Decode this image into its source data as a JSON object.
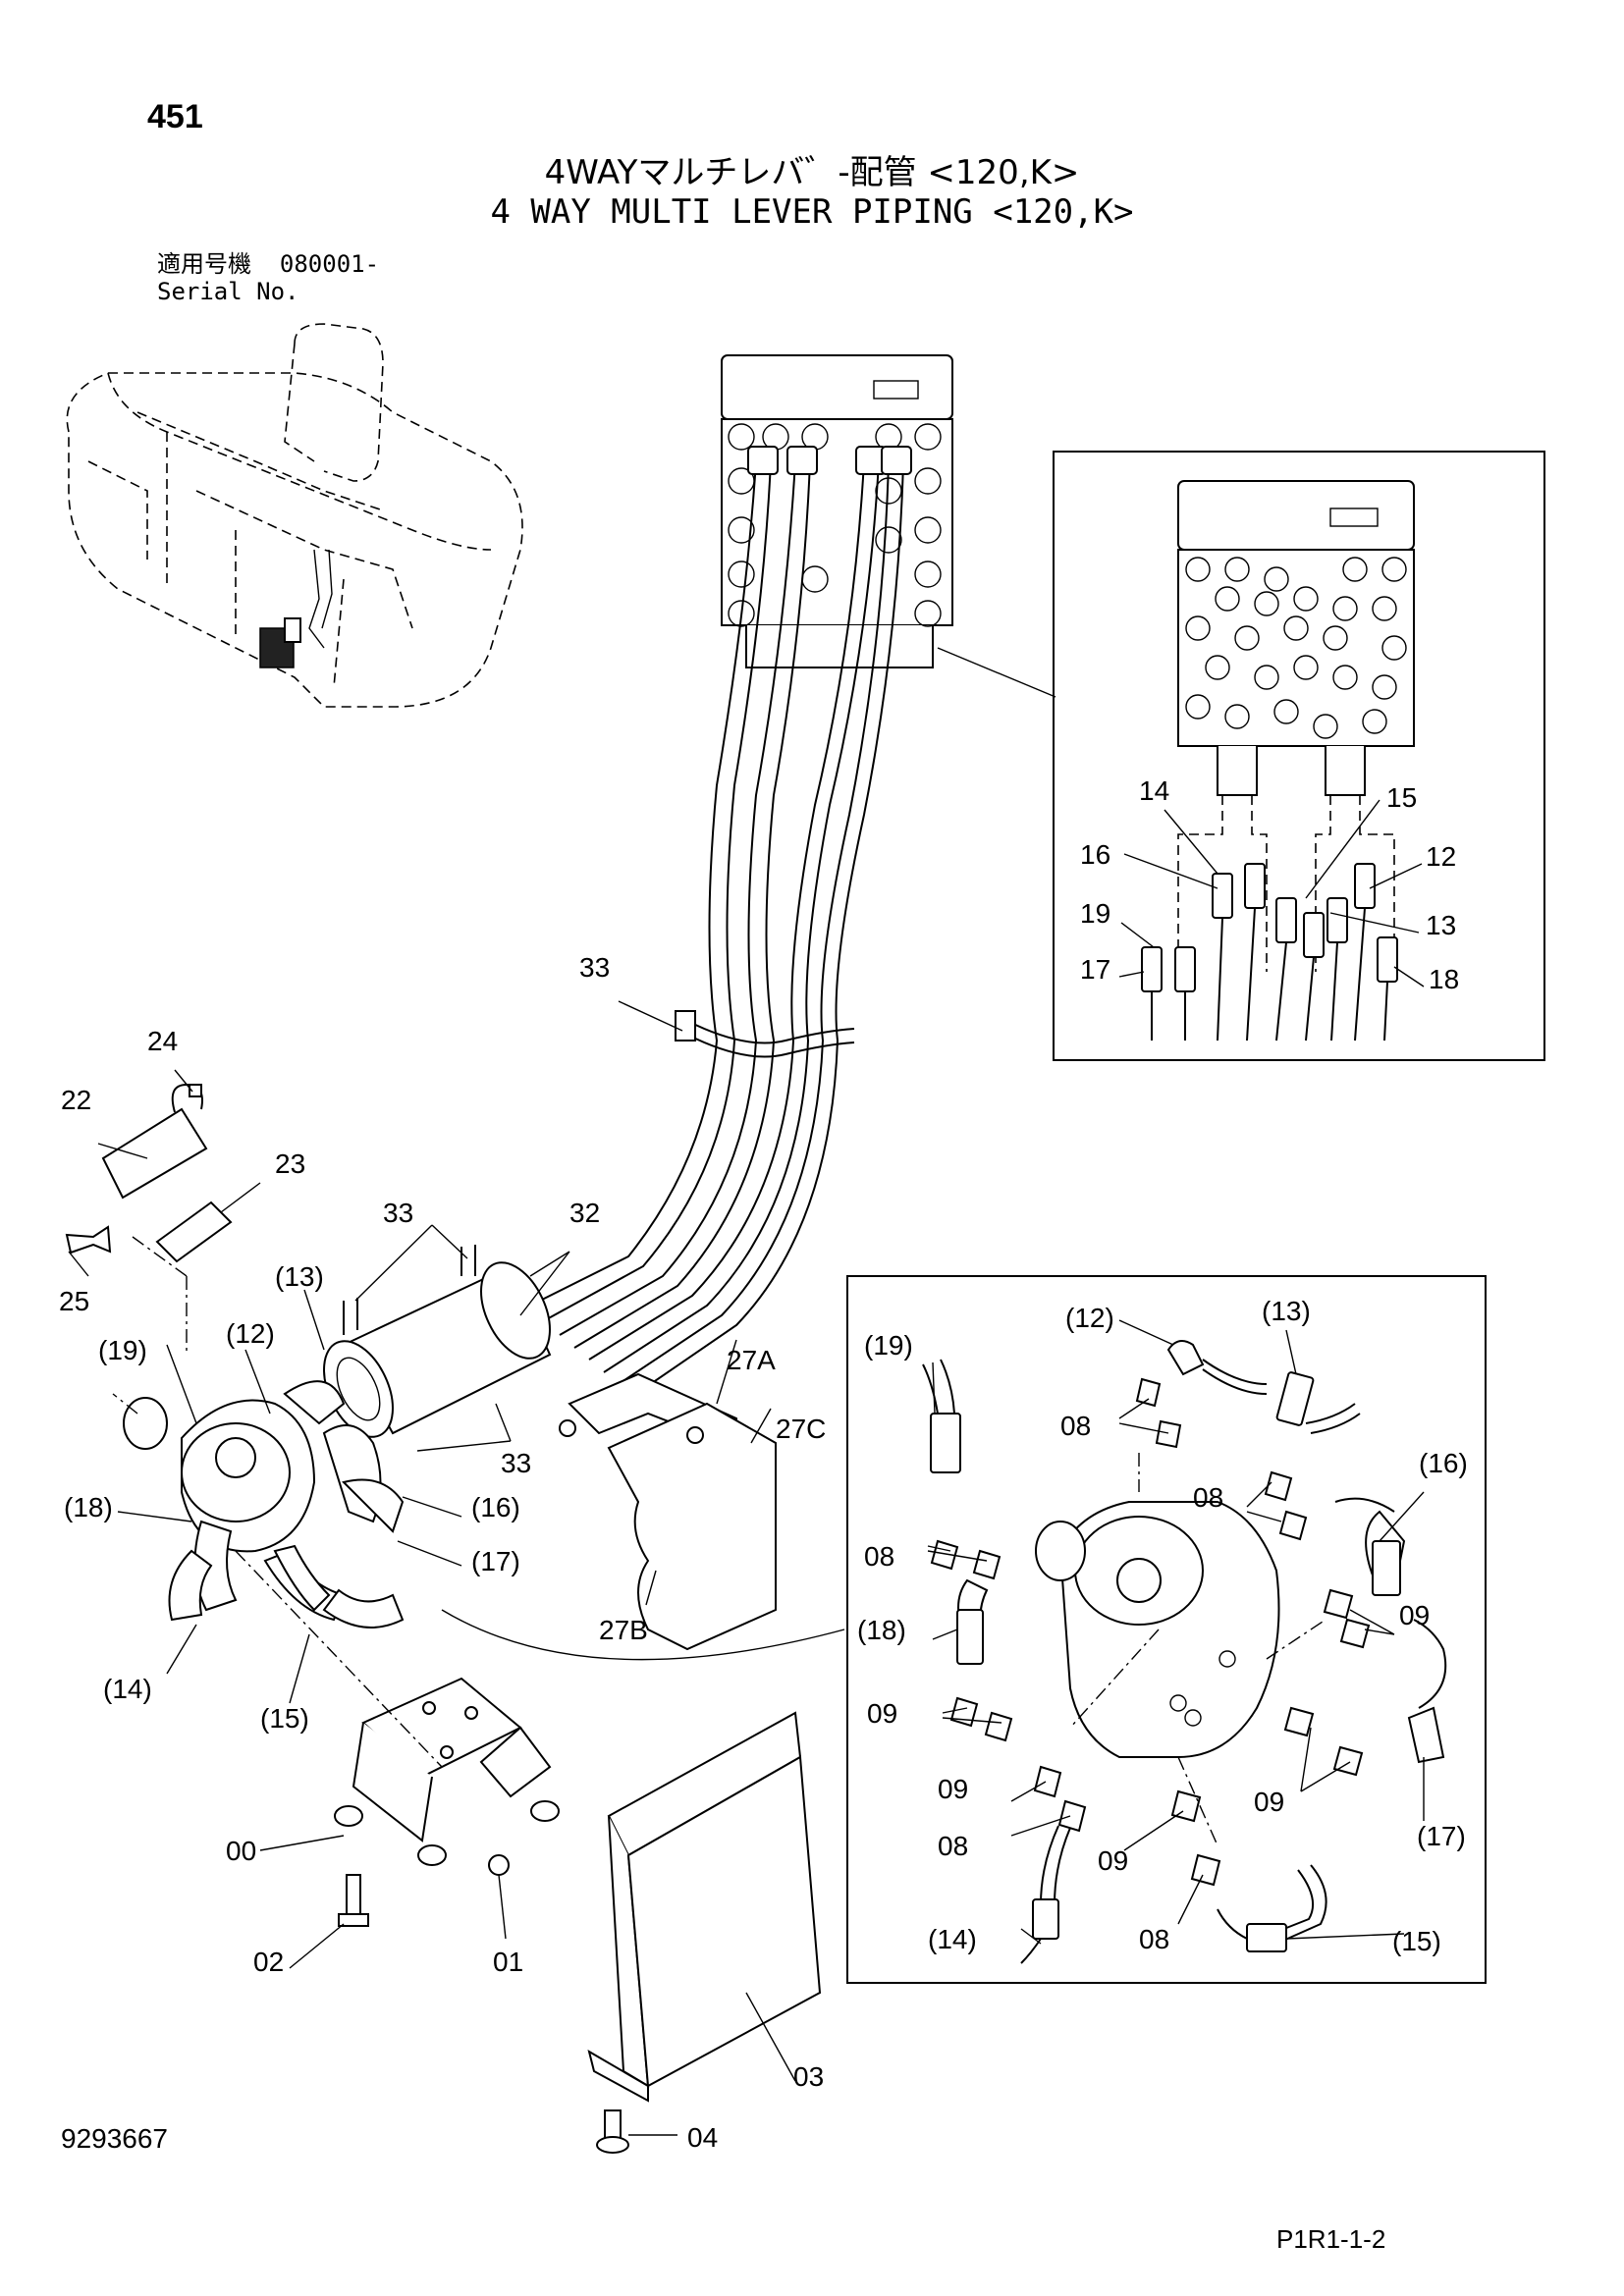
{
  "header": {
    "page_number": "451",
    "title_jp": "4WAYマルチレバ゛-配管 <120,K>",
    "title_en": "4 WAY MULTI LEVER PIPING <120,K>",
    "serial_label_jp": "適用号機",
    "serial_value": "080001-",
    "serial_label_en": "Serial No."
  },
  "footer": {
    "document_number": "9293667",
    "page_code": "P1R1-1-2"
  },
  "callouts": {
    "c33a": "33",
    "c24": "24",
    "c22": "22",
    "c23": "23",
    "c25": "25",
    "c33b": "33",
    "c32": "32",
    "c13": "(13)",
    "c19": "(19)",
    "c12": "(12)",
    "c33c": "33",
    "c27a": "27A",
    "c27c": "27C",
    "c18": "(18)",
    "c16": "(16)",
    "c17": "(17)",
    "c27b": "27B",
    "c14": "(14)",
    "c15": "(15)",
    "c00": "00",
    "c02": "02",
    "c01": "01",
    "c03": "03",
    "c04": "04"
  },
  "detail_top": {
    "c14": "14",
    "c15": "15",
    "c16": "16",
    "c12": "12",
    "c19": "19",
    "c13": "13",
    "c17": "17",
    "c18": "18"
  },
  "detail_bottom": {
    "c12": "(12)",
    "c13": "(13)",
    "c19": "(19)",
    "c08a": "08",
    "c16": "(16)",
    "c08b": "08",
    "c08c": "08",
    "c09a": "09",
    "c18": "(18)",
    "c09b": "09",
    "c09c": "09",
    "c09d": "09",
    "c17": "(17)",
    "c08d": "08",
    "c09e": "09",
    "c14": "(14)",
    "c08e": "08",
    "c15": "(15)"
  }
}
